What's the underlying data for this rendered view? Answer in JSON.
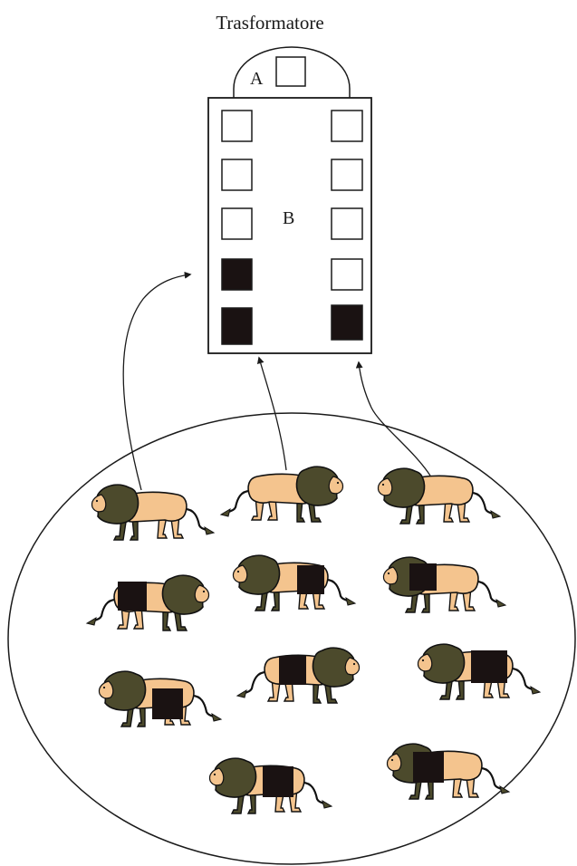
{
  "diagram": {
    "title": "Trasformatore",
    "label_a": "A",
    "label_b": "B"
  },
  "colors": {
    "line": "#1a1a1a",
    "slot_filled": "#1a1212",
    "lion_body": "#f4c48e",
    "lion_mane": "#4c4a2c",
    "lion_outline": "#111111"
  },
  "slots": {
    "top": {
      "filled": false
    },
    "left_column": [
      {
        "filled": false
      },
      {
        "filled": false
      },
      {
        "filled": false
      },
      {
        "filled": true
      },
      {
        "filled": true
      }
    ],
    "right_column": [
      {
        "filled": false
      },
      {
        "filled": false
      },
      {
        "filled": false
      },
      {
        "filled": false
      },
      {
        "filled": true
      }
    ]
  },
  "lions": [
    {
      "facing": "left",
      "marked": false
    },
    {
      "facing": "right",
      "marked": false
    },
    {
      "facing": "left",
      "marked": false
    },
    {
      "facing": "right",
      "marked": true
    },
    {
      "facing": "left",
      "marked": true
    },
    {
      "facing": "left",
      "marked": true
    },
    {
      "facing": "left",
      "marked": true
    },
    {
      "facing": "right",
      "marked": true
    },
    {
      "facing": "left",
      "marked": true
    },
    {
      "facing": "left",
      "marked": true
    },
    {
      "facing": "left",
      "marked": true
    }
  ]
}
